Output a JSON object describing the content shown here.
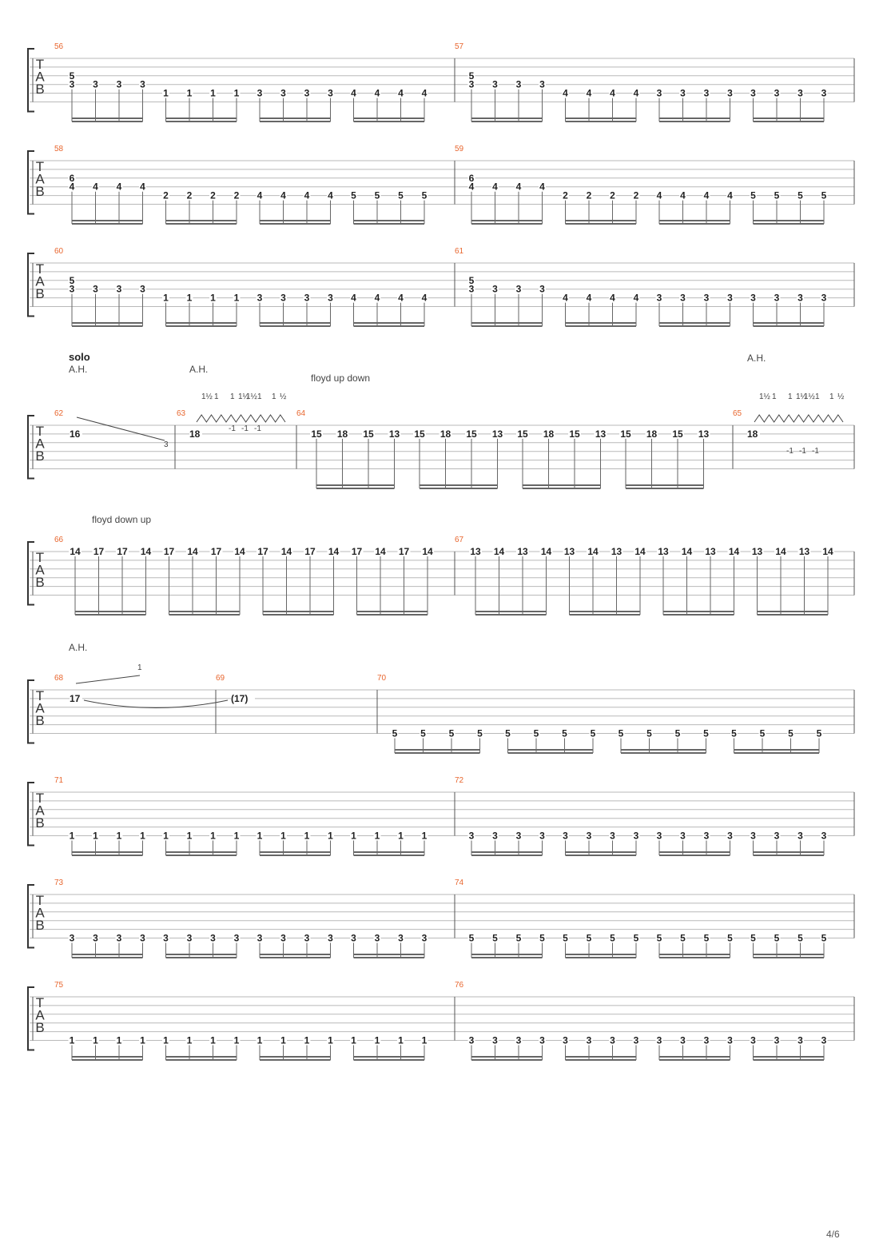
{
  "page_number": "4/6",
  "tab_letters": [
    "T",
    "A",
    "B"
  ],
  "annotations": {
    "solo": "solo",
    "ah": "A.H.",
    "floyd_up_down": "floyd up down",
    "floyd_down_up": "floyd down up",
    "vib_top": [
      "1½",
      "1",
      "1",
      "1½",
      "1½",
      "1",
      "1",
      "½"
    ],
    "vib_bottom": [
      "-1",
      "-1",
      "-1"
    ],
    "bend_68": "1",
    "bend_62_target": "3"
  },
  "measures": [
    {
      "number": "56",
      "strings": [
        {
          "string": 3,
          "frets": [
            "5"
          ]
        },
        {
          "string": 4,
          "frets": [
            "3",
            "3",
            "3",
            "3"
          ]
        },
        {
          "string": 5,
          "frets": [
            "1",
            "1",
            "1",
            "1",
            "3",
            "3",
            "3",
            "3",
            "4",
            "4",
            "4",
            "4"
          ]
        }
      ]
    },
    {
      "number": "57",
      "strings": [
        {
          "string": 3,
          "frets": [
            "5"
          ]
        },
        {
          "string": 4,
          "frets": [
            "3",
            "3",
            "3",
            "3"
          ]
        },
        {
          "string": 5,
          "frets": [
            "4",
            "4",
            "4",
            "4",
            "3",
            "3",
            "3",
            "3",
            "3",
            "3",
            "3",
            "3"
          ]
        }
      ]
    },
    {
      "number": "58",
      "strings": [
        {
          "string": 3,
          "frets": [
            "6"
          ]
        },
        {
          "string": 4,
          "frets": [
            "4",
            "4",
            "4",
            "4"
          ]
        },
        {
          "string": 5,
          "frets": [
            "2",
            "2",
            "2",
            "2",
            "4",
            "4",
            "4",
            "4",
            "5",
            "5",
            "5",
            "5"
          ]
        }
      ]
    },
    {
      "number": "59",
      "strings": [
        {
          "string": 3,
          "frets": [
            "6"
          ]
        },
        {
          "string": 4,
          "frets": [
            "4",
            "4",
            "4",
            "4"
          ]
        },
        {
          "string": 5,
          "frets": [
            "2",
            "2",
            "2",
            "2",
            "4",
            "4",
            "4",
            "4",
            "5",
            "5",
            "5",
            "5"
          ]
        }
      ]
    },
    {
      "number": "60",
      "strings": [
        {
          "string": 3,
          "frets": [
            "5"
          ]
        },
        {
          "string": 4,
          "frets": [
            "3",
            "3",
            "3",
            "3"
          ]
        },
        {
          "string": 5,
          "frets": [
            "1",
            "1",
            "1",
            "1",
            "3",
            "3",
            "3",
            "3",
            "4",
            "4",
            "4",
            "4"
          ]
        }
      ]
    },
    {
      "number": "61",
      "strings": [
        {
          "string": 3,
          "frets": [
            "5"
          ]
        },
        {
          "string": 4,
          "frets": [
            "3",
            "3",
            "3",
            "3"
          ]
        },
        {
          "string": 5,
          "frets": [
            "4",
            "4",
            "4",
            "4",
            "3",
            "3",
            "3",
            "3",
            "3",
            "3",
            "3",
            "3"
          ]
        }
      ]
    },
    {
      "number": "62",
      "frets": [
        "16"
      ]
    },
    {
      "number": "63",
      "frets": [
        "18"
      ]
    },
    {
      "number": "64",
      "frets": [
        "15",
        "18",
        "15",
        "13",
        "15",
        "18",
        "15",
        "13",
        "15",
        "18",
        "15",
        "13",
        "15",
        "18",
        "15",
        "13"
      ]
    },
    {
      "number": "65",
      "frets": [
        "18"
      ]
    },
    {
      "number": "66",
      "frets": [
        "14",
        "17",
        "17",
        "14",
        "17",
        "14",
        "17",
        "14",
        "17",
        "14",
        "17",
        "14",
        "17",
        "14",
        "17",
        "14"
      ]
    },
    {
      "number": "67",
      "frets": [
        "13",
        "14",
        "13",
        "14",
        "13",
        "14",
        "13",
        "14",
        "13",
        "14",
        "13",
        "14",
        "13",
        "14",
        "13",
        "14"
      ]
    },
    {
      "number": "68",
      "frets": [
        "17"
      ]
    },
    {
      "number": "69",
      "frets": [
        "(17)"
      ]
    },
    {
      "number": "70",
      "frets": [
        "5",
        "5",
        "5",
        "5",
        "5",
        "5",
        "5",
        "5",
        "5",
        "5",
        "5",
        "5",
        "5",
        "5",
        "5",
        "5"
      ]
    },
    {
      "number": "71",
      "frets": [
        "1",
        "1",
        "1",
        "1",
        "1",
        "1",
        "1",
        "1",
        "1",
        "1",
        "1",
        "1",
        "1",
        "1",
        "1",
        "1"
      ]
    },
    {
      "number": "72",
      "frets": [
        "3",
        "3",
        "3",
        "3",
        "3",
        "3",
        "3",
        "3",
        "3",
        "3",
        "3",
        "3",
        "3",
        "3",
        "3",
        "3"
      ]
    },
    {
      "number": "73",
      "frets": [
        "3",
        "3",
        "3",
        "3",
        "3",
        "3",
        "3",
        "3",
        "3",
        "3",
        "3",
        "3",
        "3",
        "3",
        "3",
        "3"
      ]
    },
    {
      "number": "74",
      "frets": [
        "5",
        "5",
        "5",
        "5",
        "5",
        "5",
        "5",
        "5",
        "5",
        "5",
        "5",
        "5",
        "5",
        "5",
        "5",
        "5"
      ]
    },
    {
      "number": "75",
      "frets": [
        "1",
        "1",
        "1",
        "1",
        "1",
        "1",
        "1",
        "1",
        "1",
        "1",
        "1",
        "1",
        "1",
        "1",
        "1",
        "1"
      ]
    },
    {
      "number": "76",
      "frets": [
        "3",
        "3",
        "3",
        "3",
        "3",
        "3",
        "3",
        "3",
        "3",
        "3",
        "3",
        "3",
        "3",
        "3",
        "3",
        "3"
      ]
    }
  ]
}
